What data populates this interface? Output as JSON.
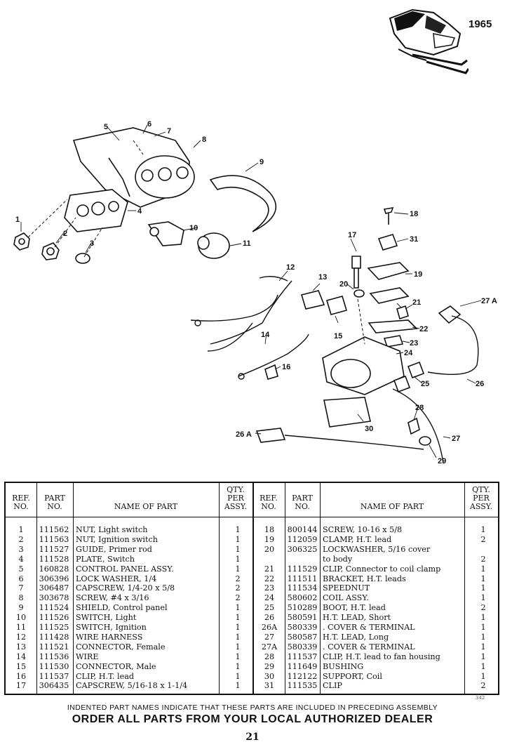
{
  "year": "1965",
  "callouts": [
    "1",
    "2",
    "3",
    "4",
    "5",
    "6",
    "7",
    "8",
    "9",
    "10",
    "11",
    "12",
    "13",
    "14",
    "15",
    "16",
    "17",
    "18",
    "19",
    "20",
    "21",
    "22",
    "23",
    "24",
    "25",
    "26",
    "26 A",
    "27",
    "27 A",
    "28",
    "29",
    "30",
    "31"
  ],
  "table": {
    "headers": {
      "ref": "REF.\nNO.",
      "part": "PART\nNO.",
      "name": "NAME OF PART",
      "qty": "QTY.\nPER\nASSY."
    },
    "left_rows": [
      {
        "ref": "1",
        "part": "111562",
        "name": "NUT, Light switch",
        "qty": "1"
      },
      {
        "ref": "2",
        "part": "111563",
        "name": "NUT, Ignition switch",
        "qty": "1"
      },
      {
        "ref": "3",
        "part": "111527",
        "name": "GUIDE, Primer rod",
        "qty": "1"
      },
      {
        "ref": "4",
        "part": "111528",
        "name": "PLATE, Switch",
        "qty": "1"
      },
      {
        "ref": "5",
        "part": "160828",
        "name": "CONTROL PANEL ASSY.",
        "qty": "1"
      },
      {
        "ref": "6",
        "part": "306396",
        "name": "LOCK WASHER, 1/4",
        "qty": "2"
      },
      {
        "ref": "7",
        "part": "306487",
        "name": "CAPSCREW, 1/4-20 x 5/8",
        "qty": "2"
      },
      {
        "ref": "8",
        "part": "303678",
        "name": "SCREW, #4 x 3/16",
        "qty": "2"
      },
      {
        "ref": "9",
        "part": "111524",
        "name": "SHIELD, Control panel",
        "qty": "1"
      },
      {
        "ref": "10",
        "part": "111526",
        "name": "SWITCH, Light",
        "qty": "1"
      },
      {
        "ref": "11",
        "part": "111525",
        "name": "SWITCH, Ignition",
        "qty": "1"
      },
      {
        "ref": "12",
        "part": "111428",
        "name": "WIRE HARNESS",
        "qty": "1"
      },
      {
        "ref": "13",
        "part": "111521",
        "name": "CONNECTOR, Female",
        "qty": "1"
      },
      {
        "ref": "14",
        "part": "111536",
        "name": "WIRE",
        "qty": "1"
      },
      {
        "ref": "15",
        "part": "111530",
        "name": "CONNECTOR, Male",
        "qty": "1"
      },
      {
        "ref": "16",
        "part": "111537",
        "name": "CLIP, H.T. lead",
        "qty": "1"
      },
      {
        "ref": "17",
        "part": "306435",
        "name": "CAPSCREW, 5/16-18 x 1-1/4",
        "qty": "1"
      }
    ],
    "right_rows": [
      {
        "ref": "18",
        "part": "800144",
        "name": "SCREW, 10-16 x 5/8",
        "qty": "1"
      },
      {
        "ref": "19",
        "part": "112059",
        "name": "CLAMP, H.T. lead",
        "qty": "2"
      },
      {
        "ref": "20",
        "part": "306325",
        "name": "LOCKWASHER, 5/16 cover",
        "qty": ""
      },
      {
        "ref": "",
        "part": "",
        "name": "  to body",
        "qty": "2"
      },
      {
        "ref": "21",
        "part": "111529",
        "name": "CLIP, Connector to coil clamp",
        "qty": "1"
      },
      {
        "ref": "22",
        "part": "111511",
        "name": "BRACKET, H.T. leads",
        "qty": "1"
      },
      {
        "ref": "23",
        "part": "111534",
        "name": "SPEEDNUT",
        "qty": "1"
      },
      {
        "ref": "24",
        "part": "580602",
        "name": "COIL ASSY.",
        "qty": "1"
      },
      {
        "ref": "25",
        "part": "510289",
        "name": "BOOT, H.T. lead",
        "qty": "2"
      },
      {
        "ref": "26",
        "part": "580591",
        "name": "H.T. LEAD, Short",
        "qty": "1"
      },
      {
        "ref": "26A",
        "part": "580339",
        "name": "  . COVER & TERMINAL",
        "qty": "1"
      },
      {
        "ref": "27",
        "part": "580587",
        "name": "H.T. LEAD, Long",
        "qty": "1"
      },
      {
        "ref": "27A",
        "part": "580339",
        "name": "  . COVER & TERMINAL",
        "qty": "1"
      },
      {
        "ref": "28",
        "part": "111537",
        "name": "CLIP, H.T. lead to fan housing",
        "qty": "1"
      },
      {
        "ref": "29",
        "part": "111649",
        "name": "BUSHING",
        "qty": "1"
      },
      {
        "ref": "30",
        "part": "112122",
        "name": "SUPPORT, Coil",
        "qty": "1"
      },
      {
        "ref": "31",
        "part": "111535",
        "name": "CLIP",
        "qty": "2"
      }
    ]
  },
  "small_mark": "342",
  "note": "INDENTED PART NAMES INDICATE THAT THESE PARTS ARE INCLUDED IN PRECEDING ASSEMBLY",
  "footer": "ORDER ALL PARTS FROM YOUR LOCAL AUTHORIZED DEALER",
  "page_number": "21"
}
